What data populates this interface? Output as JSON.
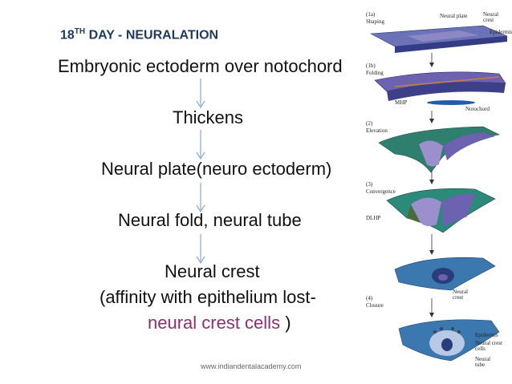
{
  "title": {
    "main": "18",
    "sup": "TH",
    "rest": " DAY - NEURALATION"
  },
  "steps": {
    "s1": "Embryonic ectoderm over notochord",
    "s2": "Thickens",
    "s3": "Neural plate(neuro ectoderm)",
    "s4": "Neural fold, neural tube",
    "s5a": "Neural crest",
    "s5b": "(affinity with epithelium lost-",
    "s5c_colored": "neural crest cells",
    "s5c_tail": " )"
  },
  "figure": {
    "stage_1a": "(1a)",
    "shaping": "Shaping",
    "neural_plate": "Neural plate",
    "neural_crest": "Neural",
    "crest": "crest",
    "epidermis": "Epidermis",
    "stage_1b": "(1b)",
    "folding": "Folding",
    "mhp": "MHP",
    "notochord": "Notochord",
    "stage_2": "(2)",
    "elevation": "Elevation",
    "stage_3": "(3)",
    "convergence": "Convergence",
    "dlhp": "DLHP",
    "stage_4": "(4)",
    "closure": "Closure",
    "nc1": "Neural",
    "nc2": "crest",
    "epidermis2": "Epidermis",
    "ncc1": "Neural crest",
    "ncc2": "cells",
    "nt1": "Neural",
    "nt2": "tube"
  },
  "footer": "www.indiandentalacademy.com"
}
